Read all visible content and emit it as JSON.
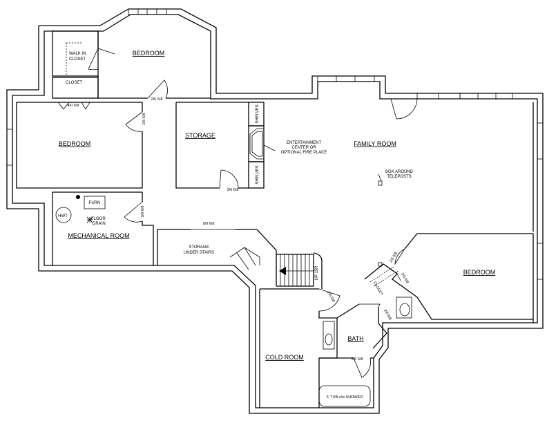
{
  "rooms": {
    "bedroom_top": "BEDROOM",
    "bedroom_left": "BEDROOM",
    "bedroom_right": "BEDROOM",
    "storage": "STORAGE",
    "family_room": "FAMILY ROOM",
    "mechanical_room": "MECHANICAL ROOM",
    "cold_room": "COLD ROOM",
    "bath": "BATH"
  },
  "labels": {
    "walk_in_closet_1": "WALK IN",
    "walk_in_closet_2": "CLOSET",
    "closet_top": "CLOSET",
    "closet_right": "CLOSET",
    "shelves_upper": "SHELVES",
    "shelves_lower": "SHELVES",
    "entertainment_1": "ENTERTAINMENT",
    "entertainment_2": "CENTER OR",
    "entertainment_3": "OPTIONAL FIRE PLACE",
    "teleposts_1": "BOX AROUND",
    "teleposts_2": "TELEPOSTS",
    "furn": "FURN",
    "hwt": "HWT",
    "floor_drain_1": "FLOOR",
    "floor_drain_2": "DRAIN",
    "under_stairs_1": "STORAGE",
    "under_stairs_2": "UNDER STAIRS",
    "up_stairs": "UP 15R",
    "tub": "5' TUB c/w SHOWER"
  },
  "doors": {
    "door_bifold": "4/0 6/8",
    "door_bedroom_top": "2/6 6/8",
    "door_bedroom_left": "2/6 6/8",
    "door_storage": "2/6 6/8",
    "door_mechanical": "3/0 6/8",
    "door_under_stairs": "9/0 6/8",
    "door_cold_room": "2/6 6/8",
    "door_bedroom_right": "2/6 6/8",
    "door_closet_right": "3/0 6/8",
    "door_bath_side": "2/6 6/8",
    "door_bath_bottom": "2/6 6/8"
  }
}
